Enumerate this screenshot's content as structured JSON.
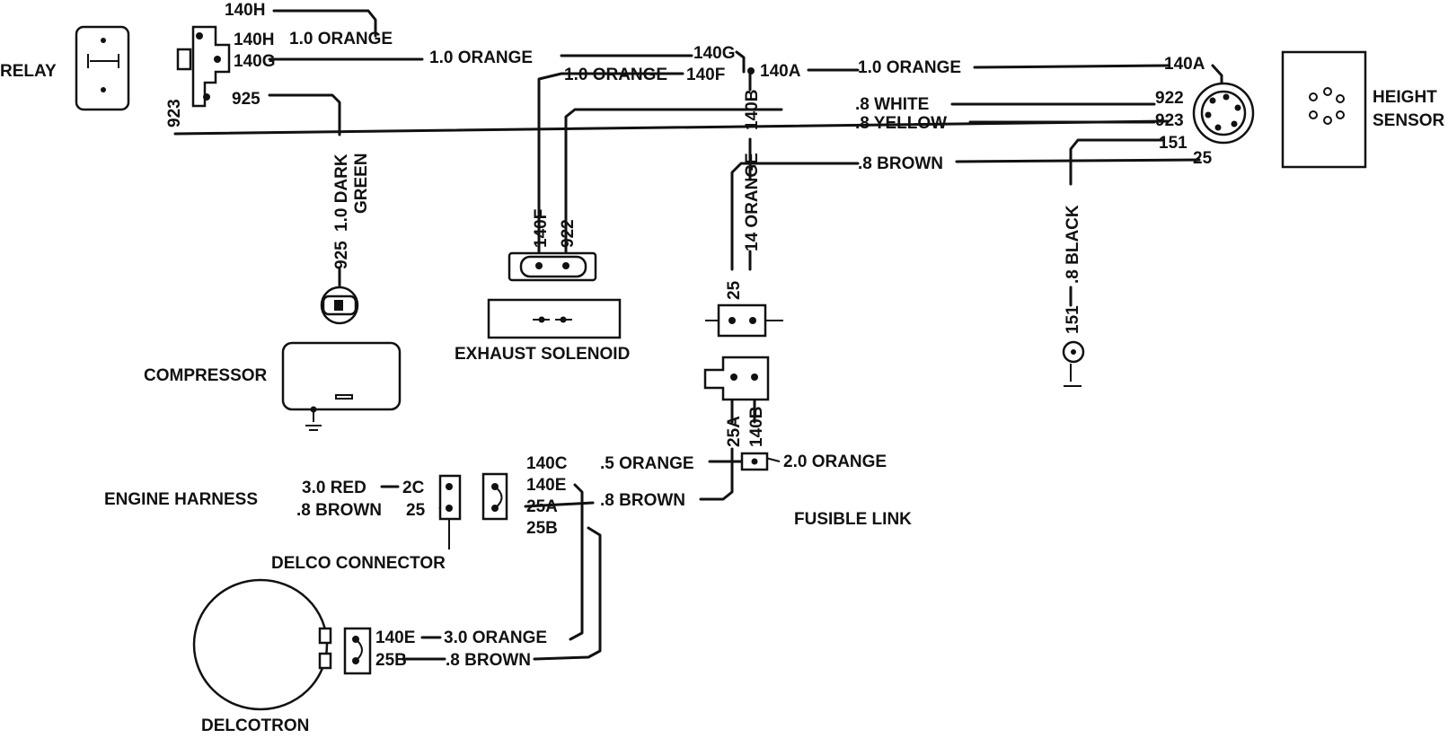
{
  "components": {
    "relay": "RELAY",
    "height_sensor_line1": "HEIGHT",
    "height_sensor_line2": "SENSOR",
    "compressor": "COMPRESSOR",
    "exhaust_solenoid": "EXHAUST SOLENOID",
    "engine_harness": "ENGINE HARNESS",
    "delco_connector": "DELCO CONNECTOR",
    "delcotron": "DELCOTRON",
    "fusible_link": "FUSIBLE LINK"
  },
  "circuits": {
    "c140H_top": "140H",
    "c140H": "140H",
    "c140G": "140G",
    "c923_relay": "923",
    "c925_relay": "925",
    "c140G_mid": "140G",
    "c140F": "140F",
    "c140A": "140A",
    "c140A_sensor": "140A",
    "c922_sensor": "922",
    "c923_sensor": "923",
    "c151_sensor": "151",
    "c25_sensor": "25",
    "c140B_vert": "140B",
    "c140F_vert": "140F",
    "c922_vert": "922",
    "c925_comp": "925",
    "c25_conn": "25",
    "c151_ground": "151",
    "c25A_conn": "25A",
    "c140B_conn": "140B",
    "c140C": "140C",
    "c140E": "140E",
    "c25A": "25A",
    "c25B": "25B",
    "c2C": "2C",
    "c25_harness": "25",
    "c140E_delco": "140E",
    "c25B_delco": "25B"
  },
  "wires": {
    "w_1_0_orange_a": "1.0 ORANGE",
    "w_1_0_orange_b": "1.0 ORANGE",
    "w_1_0_orange_c": "1.0 ORANGE",
    "w_1_0_orange_d": "1.0 ORANGE",
    "w_8_white": ".8 WHITE",
    "w_8_yellow": ".8 YELLOW",
    "w_8_brown_top": ".8 BROWN",
    "w_1_0_dark": "1.0 DARK",
    "w_green": "GREEN",
    "w_14_orange": "14 ORANGE",
    "w_8_black": ".8 BLACK",
    "w_5_orange": ".5 ORANGE",
    "w_2_0_orange": "2.0 ORANGE",
    "w_8_brown_mid": ".8 BROWN",
    "w_3_0_red": "3.0 RED",
    "w_8_brown_harness": ".8 BROWN",
    "w_3_0_orange": "3.0 ORANGE",
    "w_8_brown_delco": ".8 BROWN"
  }
}
